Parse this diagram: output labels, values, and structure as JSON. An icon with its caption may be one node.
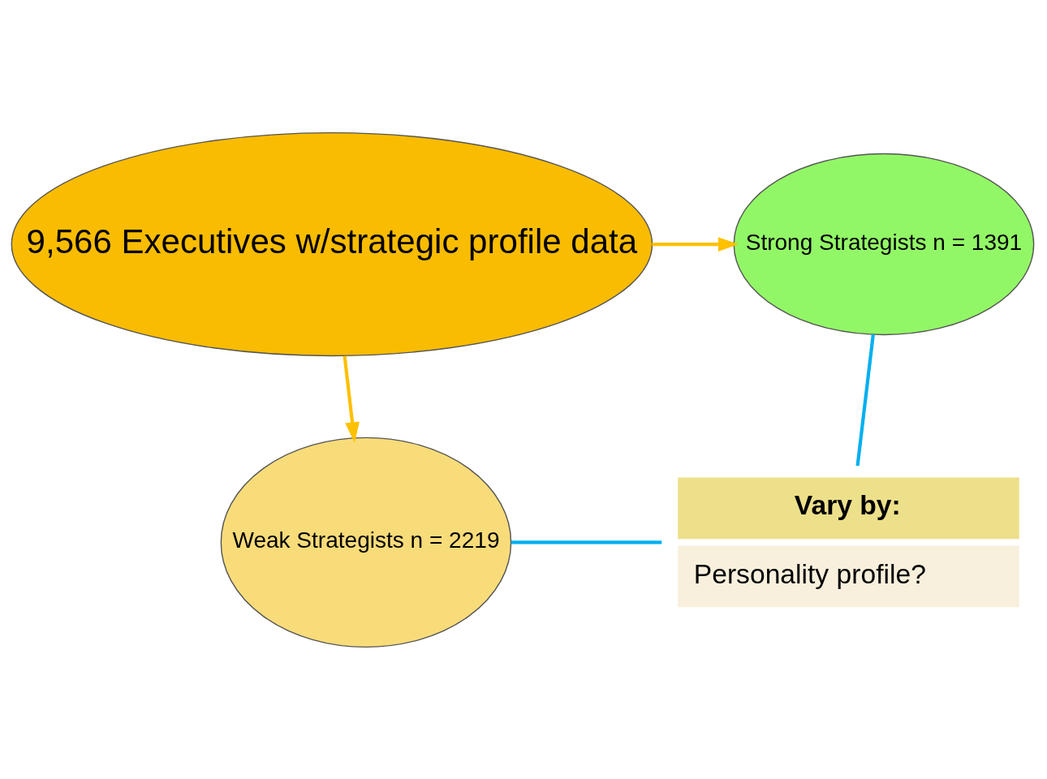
{
  "diagram": {
    "nodes": [
      {
        "text": [
          "9,566 Executives w/strategic profile data"
        ]
      },
      {
        "text": [
          "Strong Strategists n = 1391"
        ]
      },
      {
        "text": [
          "Weak Strategists n = 2219"
        ]
      },
      {
        "text": [
          "Vary by:",
          "Personality profile?"
        ]
      }
    ],
    "edges": [
      {
        "from": 0,
        "to": 1,
        "arrow": "to"
      },
      {
        "from": 0,
        "to": 2,
        "arrow": "to"
      },
      {
        "from": 1,
        "to": 3,
        "arrow": "none",
        "color": "#00b0f0"
      },
      {
        "from": 2,
        "to": 3,
        "arrow": "none",
        "color": "#00b0f0"
      }
    ]
  }
}
